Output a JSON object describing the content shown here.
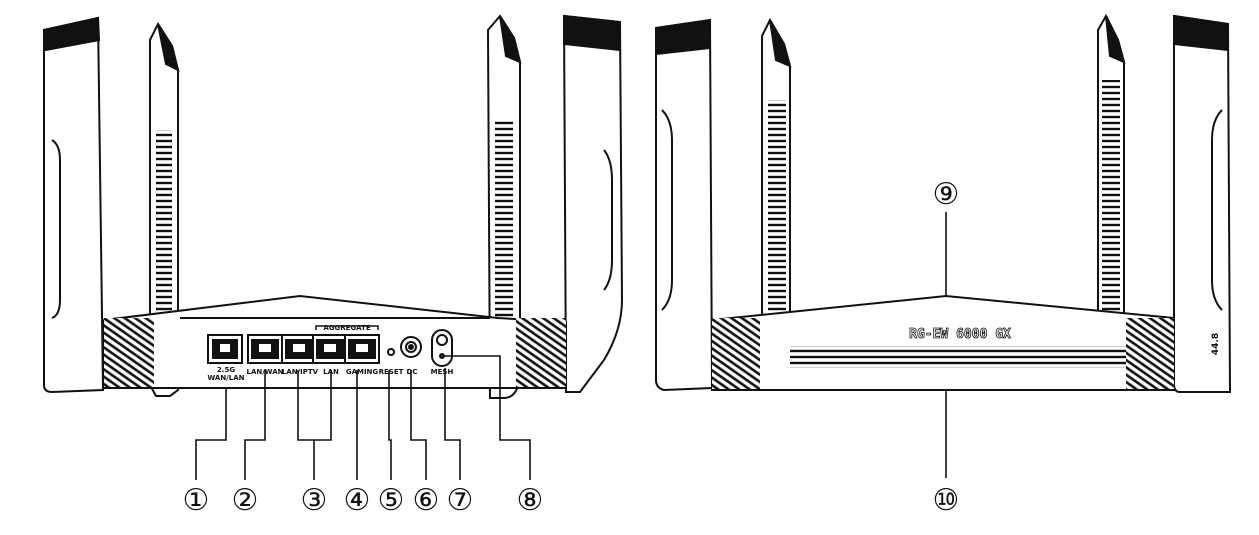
{
  "rear_view": {
    "port_labels": {
      "wan_lan_25g_top": "2.5G",
      "wan_lan_25g_bottom": "WAN/LAN",
      "lan_wan": "LAN/WAN",
      "lan_iptv": "LAN/IPTV",
      "lan": "LAN",
      "gaming": "GAMING",
      "reset": "RESET",
      "dc": "DC",
      "mesh": "MESH",
      "aggregate": "AGGREGATE"
    },
    "callouts": [
      "①",
      "②",
      "③",
      "④",
      "⑤",
      "⑥",
      "⑦",
      "⑧"
    ]
  },
  "front_view": {
    "model_label": "RG-EW 6000 GX",
    "side_mark": "44.8",
    "callouts": [
      "⑨",
      "⑩"
    ]
  },
  "colors": {
    "ink": "#111111",
    "paper": "#ffffff"
  }
}
